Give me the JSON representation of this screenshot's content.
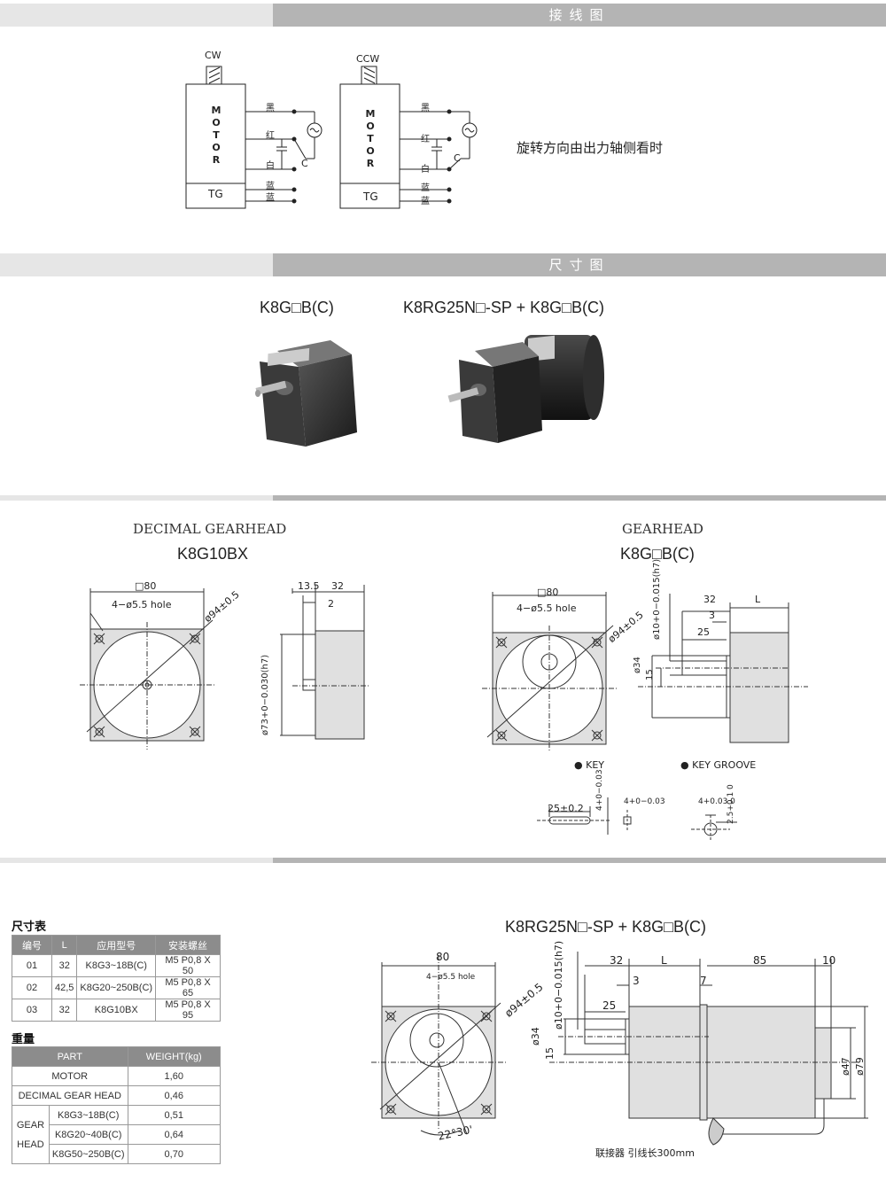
{
  "sections": {
    "wiring_title": "接线图",
    "dimension_title": "尺寸图"
  },
  "wiring": {
    "cw": "CW",
    "ccw": "CCW",
    "motor_letters": [
      "M",
      "O",
      "T",
      "O",
      "R"
    ],
    "tg": "TG",
    "wires": [
      "黑",
      "红",
      "白",
      "蓝",
      "蓝"
    ],
    "cap": "C",
    "note": "旋转方向由出力轴侧看时"
  },
  "photos": {
    "label_left": "K8G□B(C)",
    "label_right": "K8RG25N□-SP + K8G□B(C)"
  },
  "decimal": {
    "title": "DECIMAL GEARHEAD",
    "model": "K8G10BX",
    "sq": "□80",
    "hole": "4−ø5.5 hole",
    "dia": "ø94±0.5",
    "d135": "13.5",
    "d32": "32",
    "d2": "2",
    "d73": "ø73+0−0.030(h7)"
  },
  "gearhead": {
    "title": "GEARHEAD",
    "model": "K8G□B(C)",
    "sq": "□80",
    "hole": "4−ø5.5 hole",
    "dia": "ø94±0.5",
    "shaft": "ø10+0−0.015(h7)",
    "d32": "32",
    "dL": "L",
    "d3": "3",
    "d25": "25",
    "d34": "ø34",
    "d15": "15",
    "key": "KEY",
    "key_groove": "KEY GROOVE",
    "k25": "25±0.2",
    "k4": "4+0−0.03",
    "kg4": "4+0.03 0",
    "kg25": "2.5+0.1 0"
  },
  "dim_table": {
    "title": "尺寸表",
    "headers": [
      "编号",
      "L",
      "应用型号",
      "安装螺丝"
    ],
    "rows": [
      [
        "01",
        "32",
        "K8G3~18B(C)",
        "M5 P0,8 X 50"
      ],
      [
        "02",
        "42,5",
        "K8G20~250B(C)",
        "M5 P0,8 X 65"
      ],
      [
        "03",
        "32",
        "K8G10BX",
        "M5 P0,8 X 95"
      ]
    ]
  },
  "weight_table": {
    "title": "重量",
    "headers": [
      "PART",
      "WEIGHT(kg)"
    ],
    "motor": [
      "MOTOR",
      "1,60"
    ],
    "decimal": [
      "DECIMAL GEAR HEAD",
      "0,46"
    ],
    "gear_head_label": [
      "GEAR",
      "HEAD"
    ],
    "gear_rows": [
      [
        "K8G3~18B(C)",
        "0,51"
      ],
      [
        "K8G20~40B(C)",
        "0,64"
      ],
      [
        "K8G50~250B(C)",
        "0,70"
      ]
    ]
  },
  "assembly": {
    "title": "K8RG25N□-SP + K8G□B(C)",
    "d80": "80",
    "hole": "4−ø5.5 hole",
    "dia": "ø94±0.5",
    "shaft": "ø10+0−0.015(h7)",
    "d32": "32",
    "dL": "L",
    "d85": "85",
    "d10": "10",
    "d3": "3",
    "d7": "7",
    "d25": "25",
    "d34": "ø34",
    "d15": "15",
    "d47": "ø47",
    "d79": "ø79",
    "angle": "22°30'",
    "connector": "联接器 引线长300mm"
  }
}
